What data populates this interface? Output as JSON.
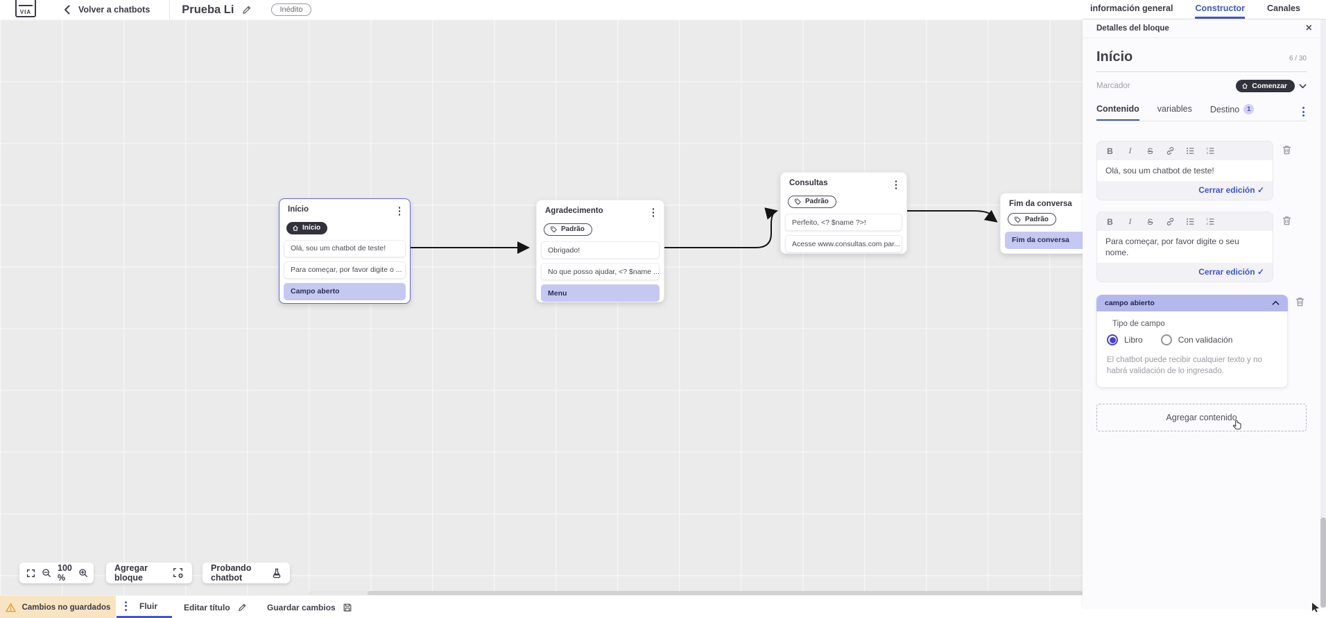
{
  "topbar": {
    "logo": "VIA",
    "back_label": "Volver a chatbots",
    "title": "Prueba Li",
    "status_badge": "Inédito",
    "tabs": [
      {
        "label": "información general"
      },
      {
        "label": "Constructor"
      },
      {
        "label": "Canales"
      }
    ]
  },
  "panel": {
    "header": "Detalles del bloque",
    "close_icon": "×",
    "block_name": "Início",
    "char_counter": "6 / 30",
    "marker_label": "Marcador",
    "marker_button": "Comenzar",
    "tabs": [
      {
        "label": "Contenido"
      },
      {
        "label": "variables"
      },
      {
        "label": "Destino",
        "badge": "1"
      }
    ],
    "editors": [
      {
        "text": "Olá, sou um chatbot de teste!",
        "close_label": "Cerrar edición",
        "check": "✓"
      },
      {
        "text": "Para começar, por favor digite o seu nome.",
        "close_label": "Cerrar edición",
        "check": "✓"
      }
    ],
    "open_field": {
      "header": "campo abierto",
      "type_label": "Tipo de campo",
      "option_free": "Libro",
      "option_validated": "Con validación",
      "help_text": "El chatbot puede recibir cualquier texto y no habrá validación de lo ingresado."
    },
    "add_content_label": "Agregar contenido"
  },
  "canvas": {
    "nodes": [
      {
        "title": "Início",
        "badge": "Início",
        "rows": [
          "Olá, sou um chatbot de teste!",
          "Para começar, por favor digite o ...",
          "Campo aberto"
        ]
      },
      {
        "title": "Agradecimento",
        "badge": "Padrão",
        "rows": [
          "Obrigado!",
          "No que posso ajudar, <? $name ...",
          "Menu"
        ]
      },
      {
        "title": "Consultas",
        "badge": "Padrão",
        "rows": [
          "Perfeito, <? $name ?>!",
          "Acesse www.consultas.com par..."
        ]
      },
      {
        "title": "Fim da conversa",
        "badge": "Padrão",
        "rows": [
          "Fim da conversa"
        ]
      }
    ],
    "toolbar": {
      "zoom_level": "100 %",
      "add_block_label": "Agregar bloque",
      "test_label": "Probando chatbot"
    }
  },
  "bottombar": {
    "unsaved_label": "Cambios no guardados",
    "flow_tab_label": "Fluir",
    "edit_title_label": "Editar título",
    "save_label": "Guardar cambios"
  },
  "colors": {
    "accent_blue": "#3d56c8",
    "dark_pill": "#32323d",
    "lavender": "#c5c9f2",
    "warning_bg": "#f8e4c2",
    "canvas_bg": "#ebebeb"
  }
}
